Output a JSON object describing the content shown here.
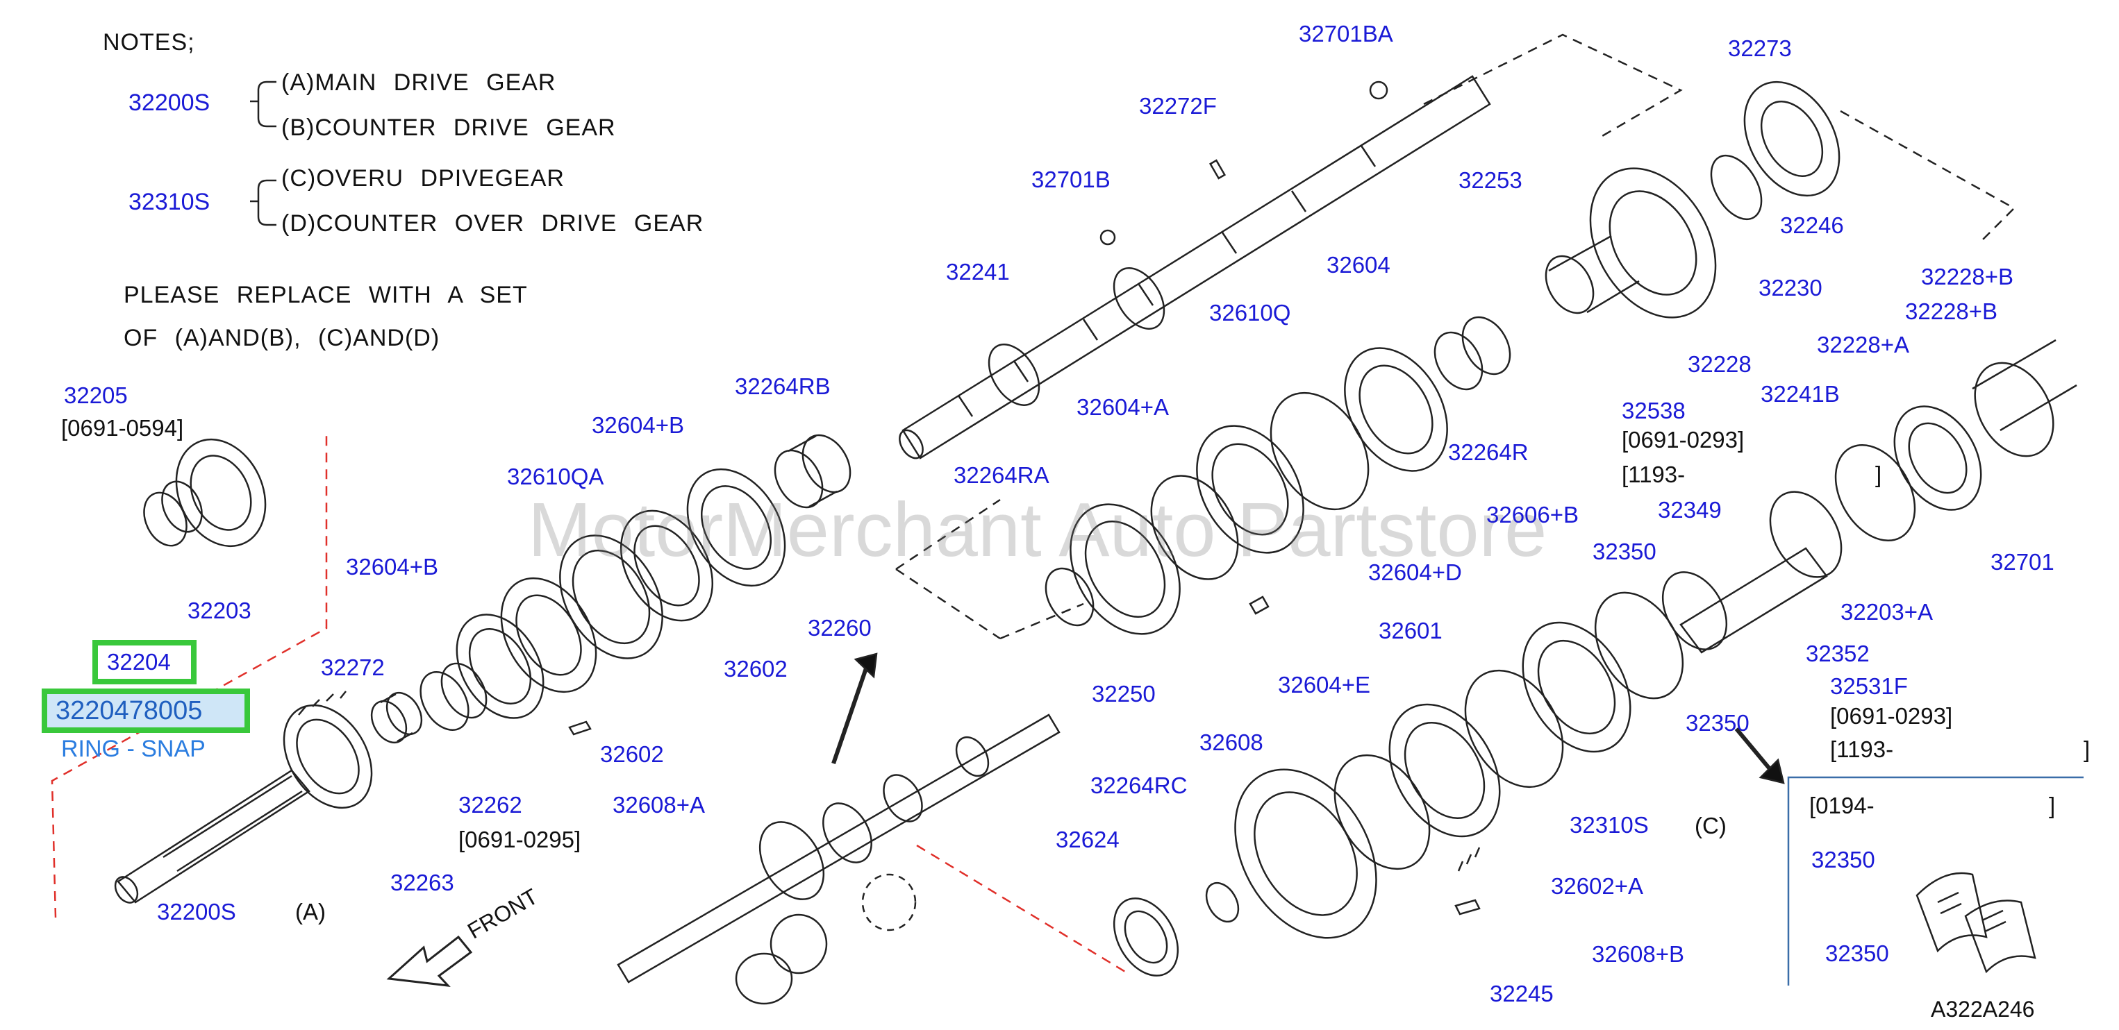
{
  "notes": {
    "heading": "NOTES;",
    "groups": [
      {
        "part": "32200S",
        "items": [
          "(A)MAIN DRIVE GEAR",
          "(B)COUNTER DRIVE GEAR"
        ]
      },
      {
        "part": "32310S",
        "items": [
          "(C)OVERU DPIVEGEAR",
          "(D)COUNTER OVER DRIVE GEAR"
        ]
      }
    ],
    "replace_line1": "PLEASE REPLACE WITH A SET",
    "replace_line2": "OF (A)AND(B), (C)AND(D)"
  },
  "highlight": {
    "part_number": "32204",
    "oem_number": "3220478005",
    "description": "RING - SNAP",
    "color": "#39c83b",
    "desc_color": "#2b7de0"
  },
  "watermark": "MotorMerchant Auto Partstore",
  "front_label": "FRONT",
  "figure_code": "A322A246",
  "group_labels": {
    "a": "(A)",
    "c": "(C)"
  },
  "inset": {
    "date": "[0194-",
    "bracket_close": "]",
    "part_top": "32350",
    "part_bottom": "32350"
  },
  "part_labels": [
    {
      "text": "32205",
      "color": "blue"
    },
    {
      "text": "[0691-0594]",
      "color": "black"
    },
    {
      "text": "32203",
      "color": "blue"
    },
    {
      "text": "32272",
      "color": "blue"
    },
    {
      "text": "32200S",
      "color": "blue"
    },
    {
      "text": "32263",
      "color": "blue"
    },
    {
      "text": "32262",
      "color": "blue"
    },
    {
      "text": "[0691-0295]",
      "color": "black"
    },
    {
      "text": "32604+B",
      "color": "blue"
    },
    {
      "text": "32610QA",
      "color": "blue"
    },
    {
      "text": "32604+B",
      "color": "blue"
    },
    {
      "text": "32264RB",
      "color": "blue"
    },
    {
      "text": "32602",
      "color": "blue"
    },
    {
      "text": "32602",
      "color": "blue"
    },
    {
      "text": "32608+A",
      "color": "blue"
    },
    {
      "text": "32260",
      "color": "blue"
    },
    {
      "text": "32241",
      "color": "blue"
    },
    {
      "text": "32701B",
      "color": "blue"
    },
    {
      "text": "32272F",
      "color": "blue"
    },
    {
      "text": "32701BA",
      "color": "blue"
    },
    {
      "text": "32273",
      "color": "blue"
    },
    {
      "text": "32253",
      "color": "blue"
    },
    {
      "text": "32246",
      "color": "blue"
    },
    {
      "text": "32230",
      "color": "blue"
    },
    {
      "text": "32604",
      "color": "blue"
    },
    {
      "text": "32610Q",
      "color": "blue"
    },
    {
      "text": "32604+A",
      "color": "blue"
    },
    {
      "text": "32264RA",
      "color": "blue"
    },
    {
      "text": "32264R",
      "color": "blue"
    },
    {
      "text": "32250",
      "color": "blue"
    },
    {
      "text": "32608",
      "color": "blue"
    },
    {
      "text": "32606+B",
      "color": "blue"
    },
    {
      "text": "32604+D",
      "color": "blue"
    },
    {
      "text": "32601",
      "color": "blue"
    },
    {
      "text": "32604+E",
      "color": "blue"
    },
    {
      "text": "32264RC",
      "color": "blue"
    },
    {
      "text": "32624",
      "color": "blue"
    },
    {
      "text": "32245",
      "color": "blue"
    },
    {
      "text": "32608+B",
      "color": "blue"
    },
    {
      "text": "32602+A",
      "color": "blue"
    },
    {
      "text": "32310S",
      "color": "blue"
    },
    {
      "text": "32350",
      "color": "blue"
    },
    {
      "text": "32350",
      "color": "blue"
    },
    {
      "text": "32349",
      "color": "blue"
    },
    {
      "text": "32538",
      "color": "blue"
    },
    {
      "text": "[0691-0293]",
      "color": "black"
    },
    {
      "text": "[1193-",
      "color": "black"
    },
    {
      "text": "]",
      "color": "black"
    },
    {
      "text": "32228",
      "color": "blue"
    },
    {
      "text": "32241B",
      "color": "blue"
    },
    {
      "text": "32228+A",
      "color": "blue"
    },
    {
      "text": "32228+B",
      "color": "blue"
    },
    {
      "text": "32228+B",
      "color": "blue"
    },
    {
      "text": "32701",
      "color": "blue"
    },
    {
      "text": "32203+A",
      "color": "blue"
    },
    {
      "text": "32352",
      "color": "blue"
    },
    {
      "text": "32531F",
      "color": "blue"
    },
    {
      "text": "[0691-0293]",
      "color": "black"
    },
    {
      "text": "[1193-",
      "color": "black"
    },
    {
      "text": "]",
      "color": "black"
    }
  ]
}
